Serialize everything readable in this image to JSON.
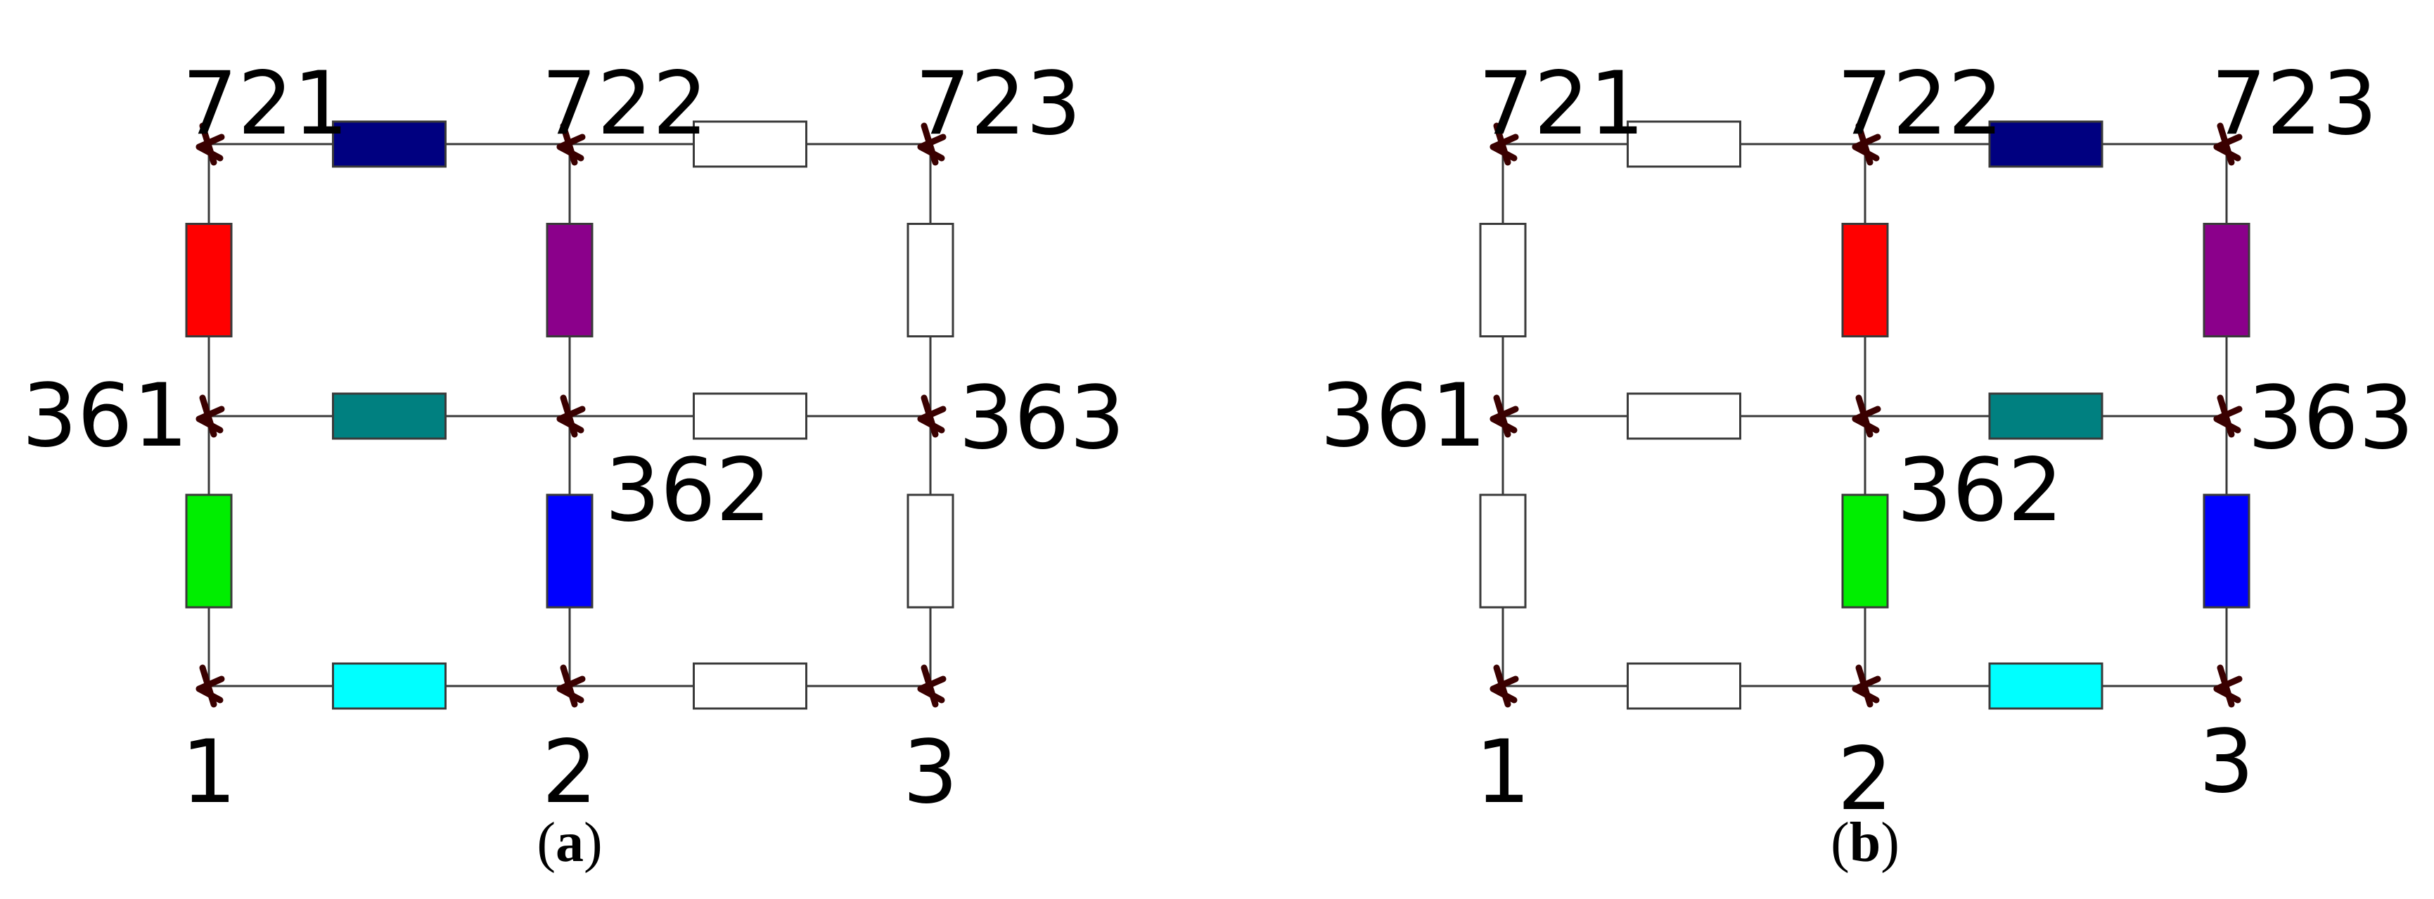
{
  "panels": [
    {
      "id": "a",
      "caption_open": "(",
      "caption_letter": "a",
      "caption_close": ")",
      "node_labels": {
        "n721": "721",
        "n722": "722",
        "n723": "723",
        "n361": "361",
        "n362": "362",
        "n363": "363",
        "n1": "1",
        "n2": "2",
        "n3": "3"
      },
      "elements": {
        "h_721_722": "#000080",
        "h_722_723": "#ffffff",
        "v_721_361": "#ff0000",
        "v_722_362": "#8b008b",
        "v_723_363": "#ffffff",
        "h_361_362": "#008080",
        "h_362_363": "#ffffff",
        "v_361_1": "#00ee00",
        "v_362_2": "#0000ff",
        "v_363_3": "#ffffff",
        "h_1_2": "#00ffff",
        "h_2_3": "#ffffff"
      }
    },
    {
      "id": "b",
      "caption_open": "(",
      "caption_letter": "b",
      "caption_close": ")",
      "node_labels": {
        "n721": "721",
        "n722": "722",
        "n723": "723",
        "n361": "361",
        "n362": "362",
        "n363": "363",
        "n1": "1",
        "n2": "2",
        "n3": "3"
      },
      "elements": {
        "h_721_722": "#ffffff",
        "h_722_723": "#000080",
        "v_721_361": "#ffffff",
        "v_722_362": "#ff0000",
        "v_723_363": "#8b008b",
        "h_361_362": "#ffffff",
        "h_362_363": "#008080",
        "v_361_1": "#ffffff",
        "v_362_2": "#00ee00",
        "v_363_3": "#0000ff",
        "h_1_2": "#ffffff",
        "h_2_3": "#00ffff"
      }
    }
  ]
}
